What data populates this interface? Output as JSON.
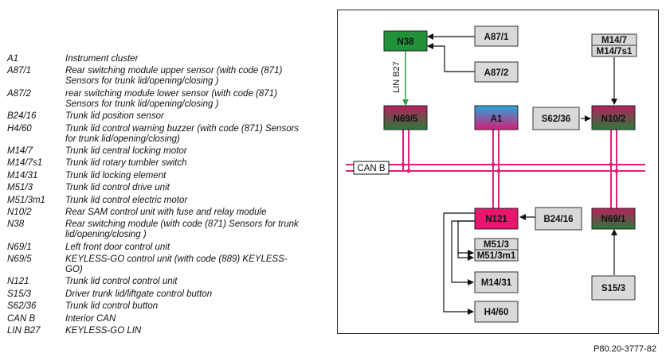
{
  "legend": [
    {
      "code": "A1",
      "desc": "Instrument cluster"
    },
    {
      "code": "A87/1",
      "desc": "Rear switching module upper sensor (with code (871) Sensors for trunk lid/opening/closing )"
    },
    {
      "code": "A87/2",
      "desc": "rear switching module lower sensor (with code (871) Sensors for trunk lid/opening/closing )"
    },
    {
      "code": "B24/16",
      "desc": "Trunk lid position sensor"
    },
    {
      "code": "H4/60",
      "desc": "Trunk lid control warning buzzer (with code (871) Sensors for trunk lid/opening/closing)"
    },
    {
      "code": "M14/7",
      "desc": "Trunk lid central locking motor"
    },
    {
      "code": "M14/7s1",
      "desc": "Trunk lid rotary tumbler switch"
    },
    {
      "code": "M14/31",
      "desc": "Trunk lid locking element"
    },
    {
      "code": "M51/3",
      "desc": "Trunk lid control drive unit"
    },
    {
      "code": "M51/3m1",
      "desc": "Trunk lid control electric motor"
    },
    {
      "code": "N10/2",
      "desc": "Rear SAM control unit with fuse and relay module"
    },
    {
      "code": "N38",
      "desc": "Rear switching module (with code (871) Sensors for trunk lid/opening/closing )"
    },
    {
      "code": "N69/1",
      "desc": "Left front door control unit"
    },
    {
      "code": "N69/5",
      "desc": "KEYLESS-GO control unit (with code (889) KEYLESS-GO)"
    },
    {
      "code": "N121",
      "desc": "Trunk lid control control unit"
    },
    {
      "code": "S15/3",
      "desc": "Driver trunk lid/liftgate control button"
    },
    {
      "code": "S62/36",
      "desc": "Trunk lid control button"
    },
    {
      "code": "CAN B",
      "desc": "Interior CAN"
    },
    {
      "code": "LIN B27",
      "desc": "KEYLESS-GO LIN"
    }
  ],
  "diagram": {
    "blocks": {
      "n38": "N38",
      "a87_1": "A87/1",
      "a87_2": "A87/2",
      "m14_7": "M14/7",
      "m14_7s1": "M14/7s1",
      "n69_5": "N69/5",
      "a1": "A1",
      "s62_36": "S62/36",
      "n10_2": "N10/2",
      "n121": "N121",
      "b24_16": "B24/16",
      "n69_1": "N69/1",
      "m51_3": "M51/3",
      "m51_3m1": "M51/3m1",
      "m14_31": "M14/31",
      "h4_60": "H4/60",
      "s15_3": "S15/3"
    },
    "bus_label": "CAN B",
    "lin_label": "LIN B27",
    "colors": {
      "can_bus": "#e0207a",
      "lin_bus": "#22a045",
      "n38_fill": "#22913a",
      "gray_block": "#d9d9d9",
      "ecu_gradient": [
        "#b21e5c",
        "#2c7a3a"
      ],
      "a1_gradient": [
        "#2aa6d8",
        "#d11d78"
      ],
      "n121_fill": "#e8166e"
    }
  },
  "figure_id": "P80.20-3777-82"
}
